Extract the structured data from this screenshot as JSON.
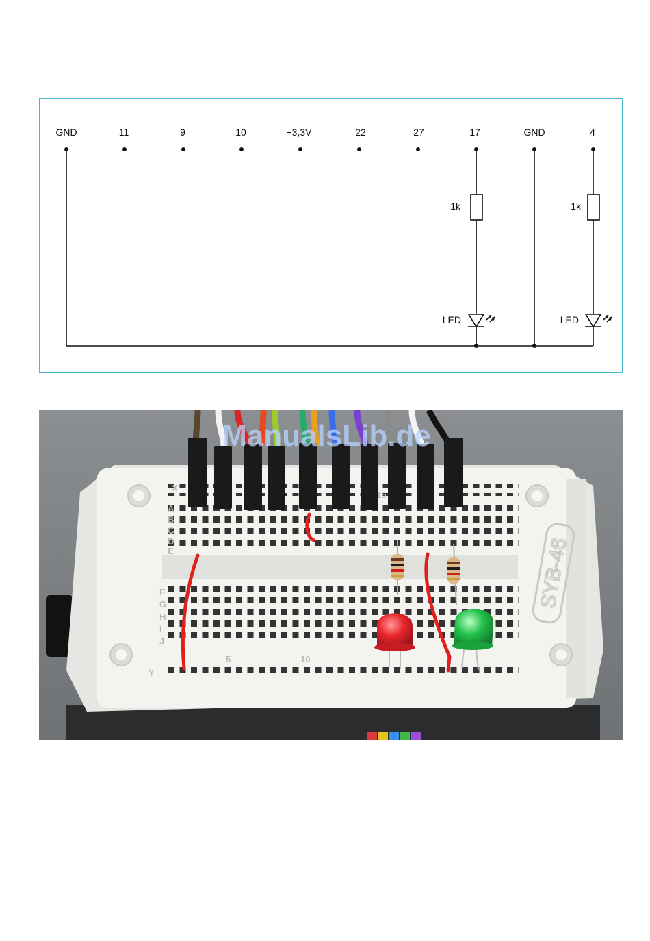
{
  "schematic": {
    "pins": [
      {
        "label": "GND"
      },
      {
        "label": "11"
      },
      {
        "label": "9"
      },
      {
        "label": "10"
      },
      {
        "label": "+3,3V"
      },
      {
        "label": "22"
      },
      {
        "label": "27"
      },
      {
        "label": "17"
      },
      {
        "label": "GND"
      },
      {
        "label": "4"
      }
    ],
    "resistor_label": "1k",
    "led_label": "LED"
  },
  "photo": {
    "watermark": "ManualsLib.de",
    "board_label": "SYB-46",
    "row_letters_top": [
      "X",
      "A",
      "B",
      "C",
      "D",
      "E"
    ],
    "row_letters_bottom": [
      "F",
      "G",
      "H",
      "I",
      "J",
      "Y"
    ],
    "column_numbers": [
      "5",
      "10",
      "15"
    ],
    "colors": {
      "board": "#f1f1ee",
      "hole": "#2b2b2b",
      "led_red": "#e8262b",
      "led_green": "#22c04a",
      "jumper": "#e0201e",
      "schematic_frame": "#49b6c8"
    }
  }
}
